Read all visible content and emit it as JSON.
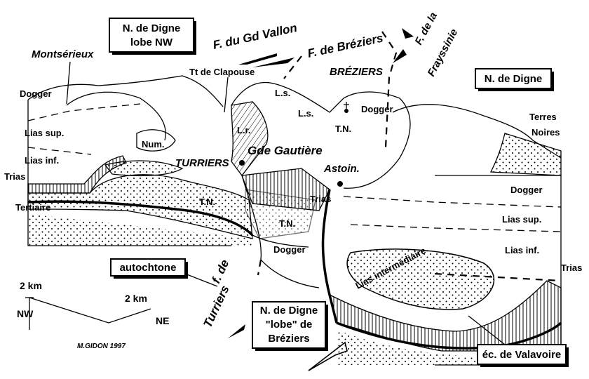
{
  "credit": "M.GIDON 1997",
  "boxes": {
    "nappe_lobe_nw": [
      "N. de Digne",
      "lobe NW"
    ],
    "nappe_digne": "N. de Digne",
    "autochtone": "autochtone",
    "nappe_lobe_breziers": [
      "N. de Digne",
      "\"lobe\" de",
      "Bréziers"
    ],
    "ecaille_valavoire": "éc. de Valavoire"
  },
  "faults": {
    "gd_vallon": "F. du Gd Vallon",
    "breziers": "F. de Bréziers",
    "fraysinie_1": "F. de la",
    "fraysinie_2": "Frayssinie",
    "turriers_1": "f. de",
    "turriers_2": "Turriers"
  },
  "places": {
    "montserieux": "Montsérieux",
    "clapouse": "Tt de Clapouse",
    "turriers": "TURRIERS",
    "gautiere": "Gde Gautière",
    "breziers": "BRÉZIERS",
    "astoin": "Astoin."
  },
  "strata": {
    "dogger_left": "Dogger",
    "lias_sup_left": "Lias sup.",
    "lias_inf_left": "Lias inf.",
    "trias_left": "Trias",
    "tertiaire": "Tertiaire",
    "num": "Num.",
    "ls_upper": "L.s.",
    "ls_lower": "L.s.",
    "lr": "L.r.",
    "tn_center": "T.N.",
    "tn_left": "T.N.",
    "tn_lower": "T.N.",
    "dogger_top": "Dogger",
    "dogger_lower": "Dogger",
    "trias_center": "Trias",
    "terres_noires_1": "Terres",
    "terres_noires_2": "Noires",
    "dogger_right": "Dogger",
    "lias_sup_right": "Lias sup.",
    "lias_inf_right": "Lias inf.",
    "trias_right": "Trias",
    "lias_intermediaire": "Lias intermédiaire"
  },
  "scale": {
    "vertical": "2 km",
    "horizontal": "2 km",
    "nw": "NW",
    "ne": "NE"
  }
}
